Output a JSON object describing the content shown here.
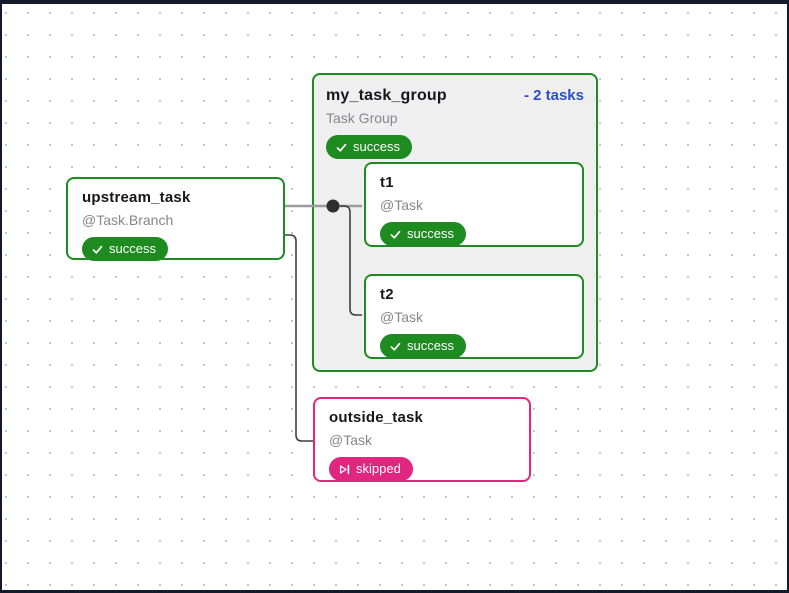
{
  "graph": {
    "upstream_task": {
      "title": "upstream_task",
      "type": "@Task.Branch",
      "status": "success"
    },
    "task_group": {
      "title": "my_task_group",
      "type": "Task Group",
      "status": "success",
      "collapse_label": "- 2 tasks"
    },
    "t1": {
      "title": "t1",
      "type": "@Task",
      "status": "success"
    },
    "t2": {
      "title": "t2",
      "type": "@Task",
      "status": "success"
    },
    "outside_task": {
      "title": "outside_task",
      "type": "@Task",
      "status": "skipped"
    }
  },
  "colors": {
    "success_green": "#1e8b20",
    "skipped_pink": "#e0267f",
    "collapse_link_blue": "#2b4ecf",
    "edge_gray": "#9b9b9b",
    "edge_dark": "#3f3f3f",
    "group_background": "#efeff0",
    "canvas_frame": "#131a2b",
    "subtitle_gray": "#86868c"
  }
}
